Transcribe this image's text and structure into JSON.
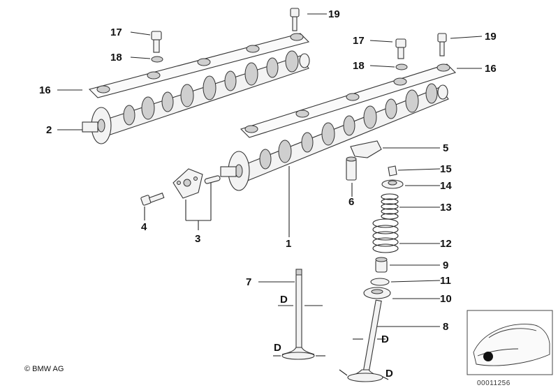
{
  "parts": [
    {
      "id": "p1",
      "label": "1"
    },
    {
      "id": "p2",
      "label": "2"
    },
    {
      "id": "p3",
      "label": "3"
    },
    {
      "id": "p4",
      "label": "4"
    },
    {
      "id": "p5",
      "label": "5"
    },
    {
      "id": "p6",
      "label": "6"
    },
    {
      "id": "p7",
      "label": "7"
    },
    {
      "id": "p8",
      "label": "8"
    },
    {
      "id": "p9",
      "label": "9"
    },
    {
      "id": "p10",
      "label": "10"
    },
    {
      "id": "p11",
      "label": "11"
    },
    {
      "id": "p12",
      "label": "12"
    },
    {
      "id": "p13",
      "label": "13"
    },
    {
      "id": "p14",
      "label": "14"
    },
    {
      "id": "p15",
      "label": "15"
    },
    {
      "id": "p16a",
      "label": "16"
    },
    {
      "id": "p16b",
      "label": "16"
    },
    {
      "id": "p17a",
      "label": "17"
    },
    {
      "id": "p17b",
      "label": "17"
    },
    {
      "id": "p18a",
      "label": "18"
    },
    {
      "id": "p18b",
      "label": "18"
    },
    {
      "id": "p19a",
      "label": "19"
    },
    {
      "id": "p19b",
      "label": "19"
    }
  ],
  "dimension_marks": [
    {
      "id": "d1",
      "label": "D"
    },
    {
      "id": "d2",
      "label": "D"
    },
    {
      "id": "d3",
      "label": "D"
    },
    {
      "id": "d4",
      "label": "D"
    }
  ],
  "footer": {
    "copyright": "© BMW AG",
    "diagram_number": "00011256"
  }
}
